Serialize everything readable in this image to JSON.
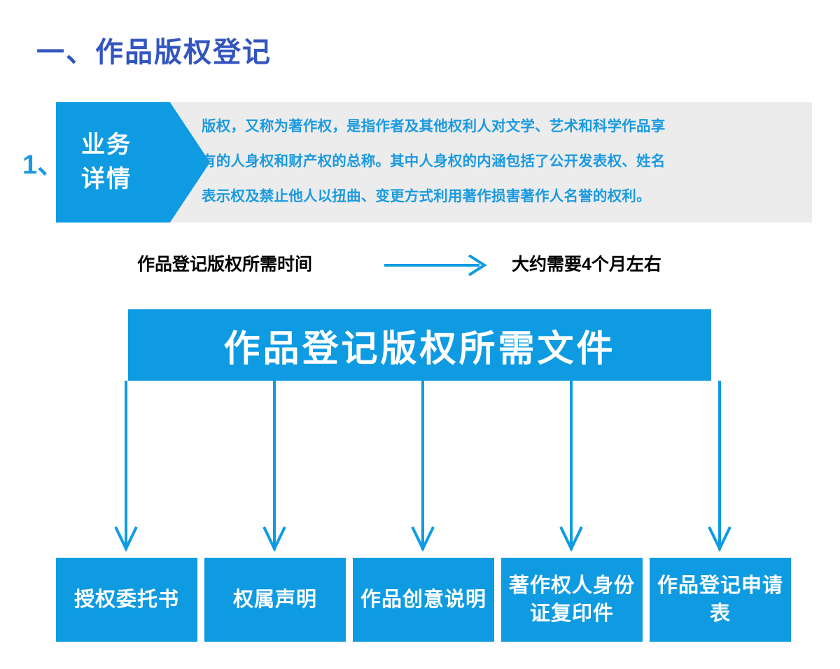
{
  "page": {
    "title": "一、作品版权登记",
    "title_color": "#3355c0",
    "accent_color": "#0f9be2",
    "panel_bg_color": "#ececec",
    "background_color": "#ffffff"
  },
  "detail": {
    "index": "1、",
    "tag_lines": [
      "业务",
      "详情"
    ],
    "paragraph_lines": [
      "版权，又称为著作权，是指作者及其他权利人对文学、艺术和科学作品享",
      "有的人身权和财产权的总称。其中人身权的内涵包括了公开发表权、姓名",
      "表示权及禁止他人以扭曲、变更方式利用著作损害著作人名誉的权利。"
    ],
    "text_color": "#1b9ae0"
  },
  "timeline": {
    "label": "作品登记版权所需时间",
    "arrow_icon": "right-arrow-icon",
    "value": "大约需要4个月左右"
  },
  "files": {
    "header": "作品登记版权所需文件",
    "connector_icon": "down-arrow-icon",
    "items": [
      {
        "label": "授权委托书"
      },
      {
        "label": "权属声明"
      },
      {
        "label": "作品创意说明"
      },
      {
        "label": "著作权人身份证复印件"
      },
      {
        "label": "作品登记申请表"
      }
    ]
  }
}
